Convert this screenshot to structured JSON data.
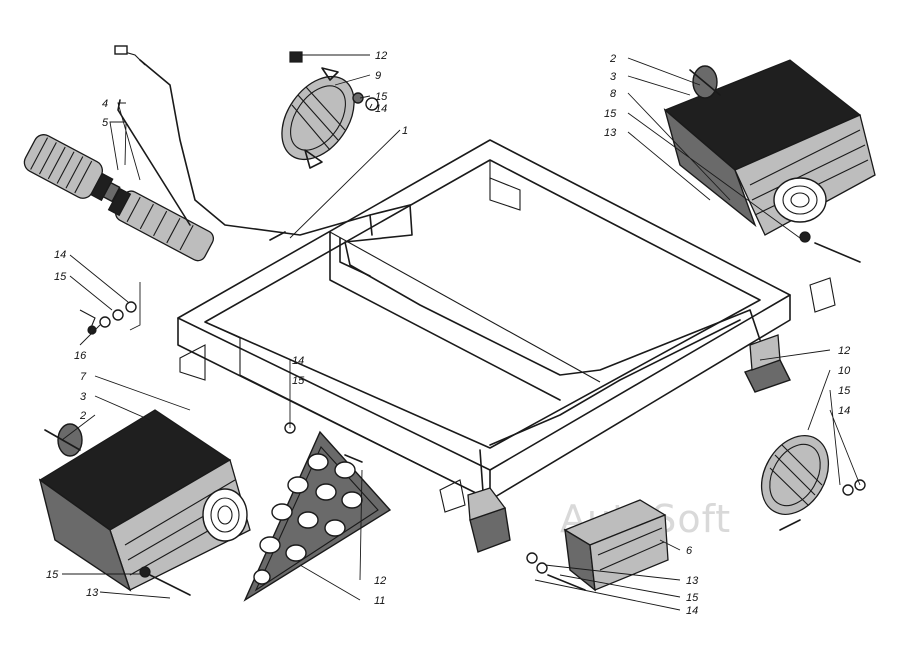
{
  "watermark": "AutoSoft",
  "callouts": {
    "c_tl_4": "4",
    "c_tl_5": "5",
    "c_tc_12": "12",
    "c_tc_9": "9",
    "c_tc_15": "15",
    "c_tc_14": "14",
    "c_tc_1": "1",
    "c_tr_2": "2",
    "c_tr_3": "3",
    "c_tr_8": "8",
    "c_tr_15": "15",
    "c_tr_13": "13",
    "c_ml_14": "14",
    "c_ml_15": "15",
    "c_ml_16": "16",
    "c_bl_7": "7",
    "c_bl_3": "3",
    "c_bl_2": "2",
    "c_bl_15": "15",
    "c_bl_13": "13",
    "c_mc_14": "14",
    "c_mc_15": "15",
    "c_tri_12": "12",
    "c_tri_11": "11",
    "c_rr_12": "12",
    "c_rr_10": "10",
    "c_rr_15": "15",
    "c_rr_14": "14",
    "c_br_6": "6",
    "c_br_13": "13",
    "c_br_15": "15",
    "c_br_14": "14"
  }
}
